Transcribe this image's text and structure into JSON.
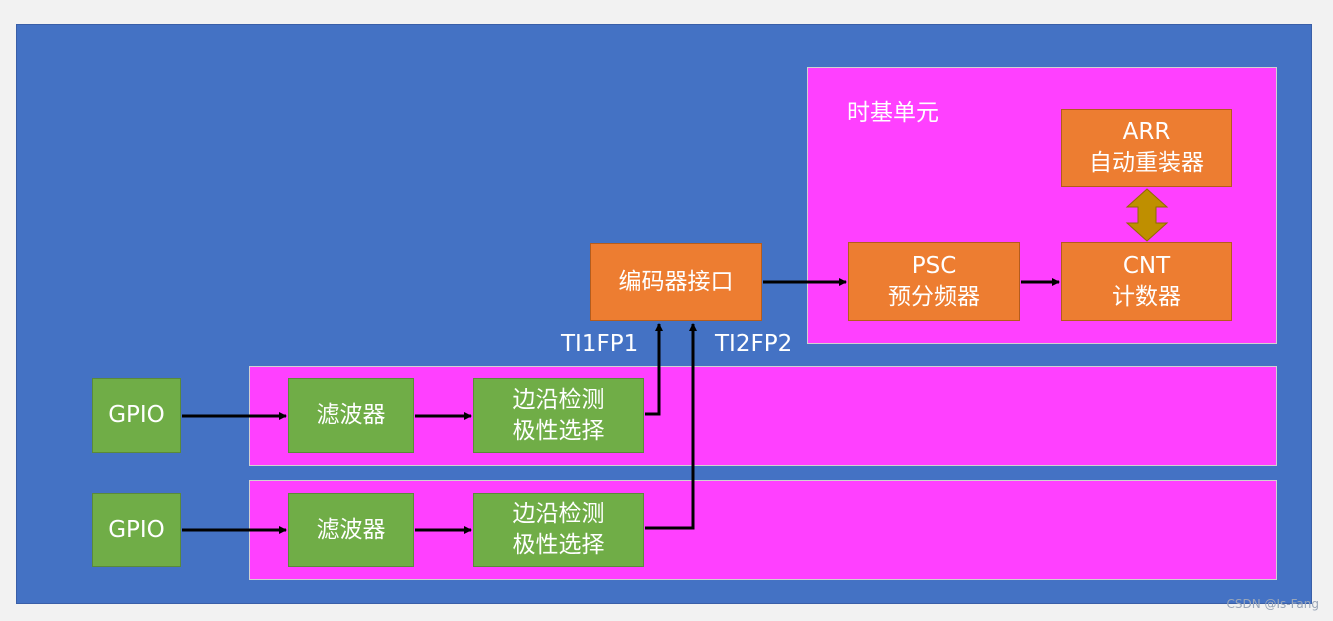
{
  "time_base": {
    "title": "时基单元",
    "arr": {
      "line1": "ARR",
      "line2": "自动重装器"
    },
    "psc": {
      "line1": "PSC",
      "line2": "预分频器"
    },
    "cnt": {
      "line1": "CNT",
      "line2": "计数器"
    }
  },
  "encoder": {
    "label": "编码器接口"
  },
  "signals": {
    "ti1": "TI1FP1",
    "ti2": "TI2FP2"
  },
  "channels": [
    {
      "gpio": "GPIO",
      "filter": "滤波器",
      "edge_line1": "边沿检测",
      "edge_line2": "极性选择"
    },
    {
      "gpio": "GPIO",
      "filter": "滤波器",
      "edge_line1": "边沿检测",
      "edge_line2": "极性选择"
    }
  ],
  "watermark": "CSDN @Is-Fang",
  "colors": {
    "background": "#4472c4",
    "region": "#ff40ff",
    "green_block": "#70ad47",
    "orange_block": "#ed7d31",
    "bidirectional_arrow": "#bf8f00"
  }
}
